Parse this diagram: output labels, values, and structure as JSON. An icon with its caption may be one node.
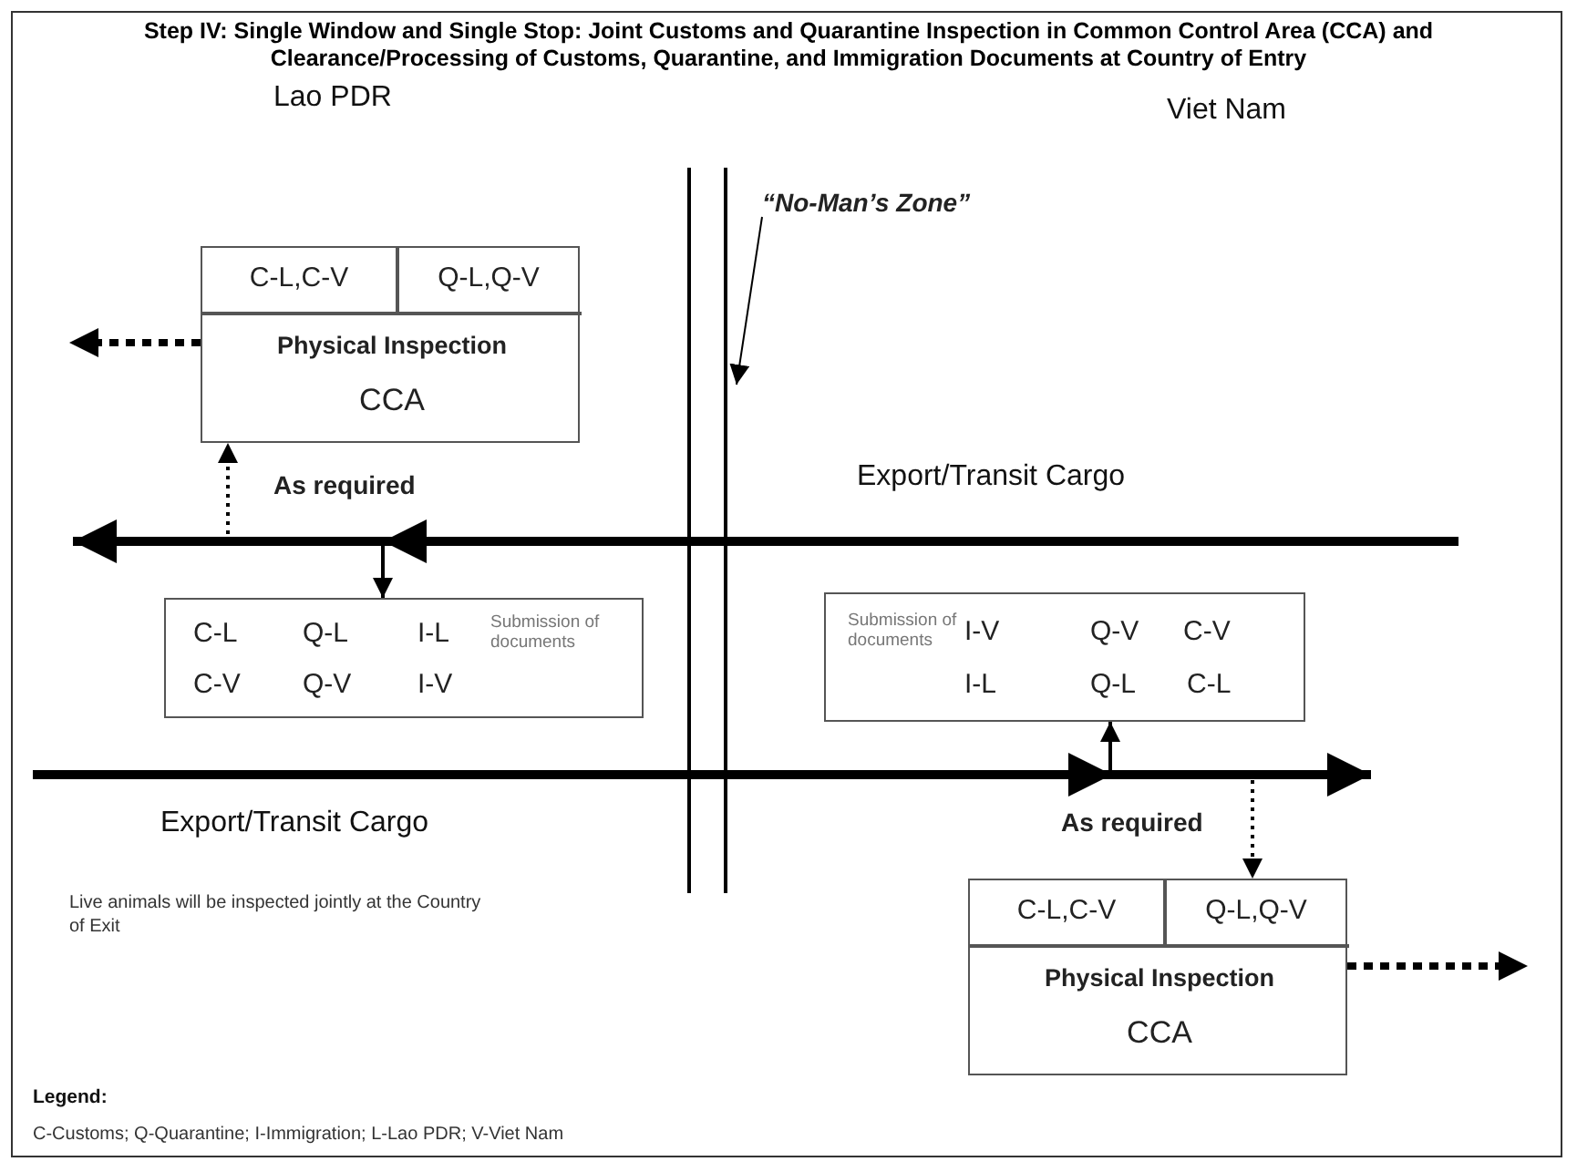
{
  "diagram": {
    "title": "Step IV: Single Window and Single Stop: Joint Customs and Quarantine Inspection in Common Control Area (CCA) and Clearance/Processing of Customs, Quarantine, and Immigration Documents at Country of Entry",
    "nodes": [
      {
        "text": [
          "C-L,C-V",
          "Q-L,Q-V",
          "Physical Inspection",
          "CCA"
        ]
      },
      {
        "text": [
          "C-L",
          "Q-L",
          "I-L",
          "C-V",
          "Q-V",
          "I-V",
          "Submission of documents"
        ]
      },
      {
        "text": [
          "Submission of documents",
          "I-V",
          "Q-V",
          "C-V",
          "I-L",
          "Q-L",
          "C-L"
        ]
      },
      {
        "text": [
          "C-L,C-V",
          "Q-L,Q-V",
          "Physical Inspection",
          "CCA"
        ]
      },
      {
        "text": [
          "“No-Man’s Zone”"
        ]
      }
    ],
    "edges": [
      {
        "from": 0,
        "to": null,
        "arrow": "to",
        "style": "dashed"
      },
      {
        "from": null,
        "to": 0,
        "arrow": "to",
        "style": "dashed",
        "label": "As required"
      },
      {
        "from": null,
        "to": 1,
        "arrow": "to"
      },
      {
        "from": null,
        "to": 2,
        "arrow": "to"
      },
      {
        "from": null,
        "to": 3,
        "arrow": "to",
        "style": "dashed",
        "label": "As required"
      },
      {
        "from": 3,
        "to": null,
        "arrow": "to",
        "style": "dashed"
      },
      {
        "from": 4,
        "to": null,
        "arrow": "to"
      }
    ],
    "labels": [
      "Lao PDR",
      "Viet Nam",
      "Export/Transit Cargo",
      "Export/Transit Cargo",
      "Live animals will be inspected jointly at the Country of Exit",
      "Legend:",
      "C-Customs; Q-Quarantine; I-Immigration; L-Lao PDR; V-Viet Nam"
    ]
  }
}
